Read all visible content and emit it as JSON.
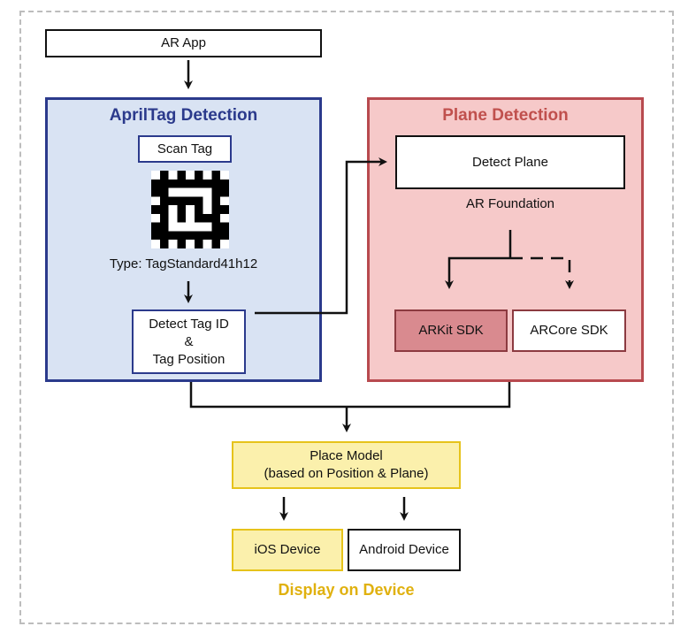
{
  "app": {
    "label": "AR App"
  },
  "apriltag": {
    "title": "AprilTag Detection",
    "scan_label": "Scan Tag",
    "type_label": "Type: TagStandard41h12",
    "detect_line1": "Detect Tag ID",
    "detect_line2": "&",
    "detect_line3": "Tag Position"
  },
  "plane": {
    "title": "Plane Detection",
    "detect_label": "Detect Plane",
    "foundation_label": "AR Foundation",
    "arkit_label": "ARKit SDK",
    "arcore_label": "ARCore SDK"
  },
  "place": {
    "line1": "Place Model",
    "line2": "(based on Position & Plane)"
  },
  "devices": {
    "ios_label": "iOS Device",
    "android_label": "Android Device",
    "caption": "Display on Device"
  },
  "colors": {
    "apriltag_fill": "#d9e3f3",
    "apriltag_border": "#2b3a8c",
    "apriltag_title": "#2b3a8c",
    "plane_fill": "#f6c9c9",
    "plane_border": "#b84a4f",
    "plane_title": "#c0504d",
    "arkit_fill": "#d98a8f",
    "place_fill": "#fbf0ac",
    "place_border": "#e6c31b",
    "caption": "#e0b10f"
  }
}
